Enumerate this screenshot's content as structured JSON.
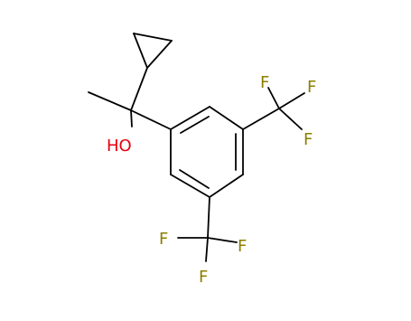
{
  "molecule": {
    "atom_labels": {
      "hydroxyl": "HO",
      "f1": "F",
      "f2": "F",
      "f3": "F",
      "f4": "F",
      "f5": "F",
      "f6": "F"
    },
    "colors": {
      "bond": "#000000",
      "oxygen": "#e8000b",
      "fluorine": "#8c7e00"
    }
  }
}
